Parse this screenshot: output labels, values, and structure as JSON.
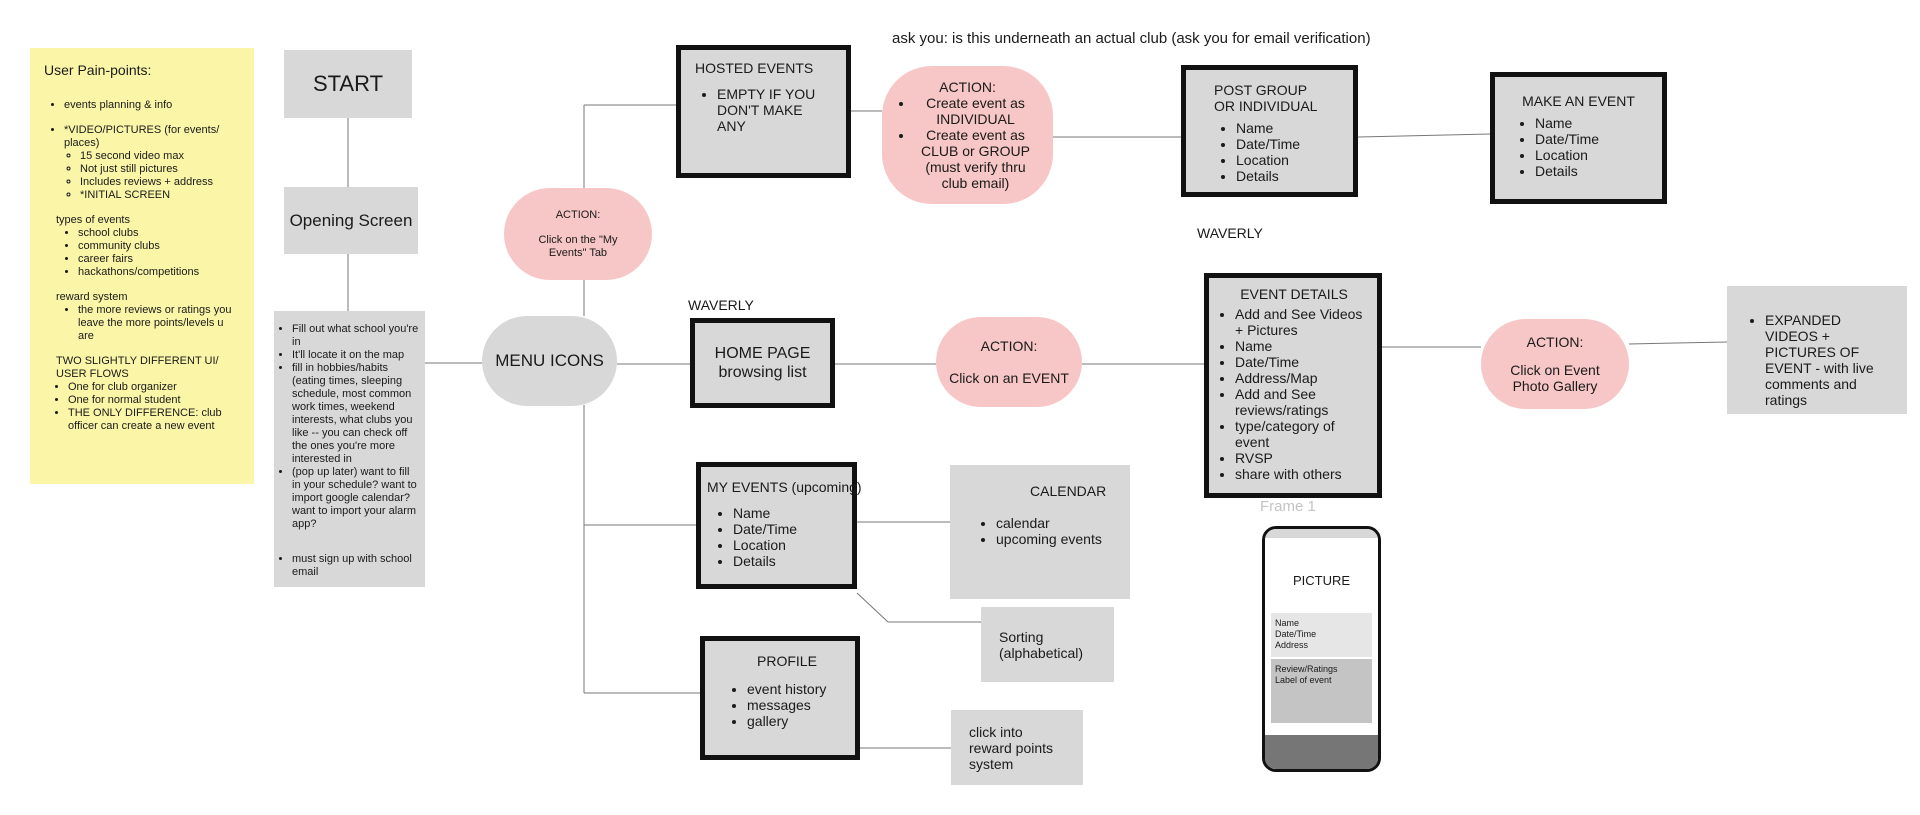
{
  "header_note": "ask you: is this underneath an actual club (ask you for email verification)",
  "pain_points": {
    "title": "User Pain-points:",
    "items": [
      "events planning & info",
      "*VIDEO/PICTURES (for events/ places)"
    ],
    "video_sub": [
      "15 second video max",
      "Not just still pictures",
      "Includes reviews + address",
      "*INITIAL SCREEN"
    ],
    "types_title": "types of events",
    "types": [
      "school clubs",
      "community clubs",
      "career fairs",
      "hackathons/competitions"
    ],
    "reward_title": "reward system",
    "reward": [
      "the more reviews or ratings you leave the more points/levels u are"
    ],
    "flows_title": "TWO SLIGHTLY DIFFERENT UI/ USER FLOWS",
    "flows": [
      "One for club organizer",
      "One for normal student",
      "THE ONLY DIFFERENCE: club officer can create a new event"
    ]
  },
  "start": "START",
  "opening": "Opening Screen",
  "onboarding": {
    "items": [
      "Fill out what school you're in",
      "It'll locate it on the map",
      "fill in hobbies/habits (eating times, sleeping schedule, most common work times, weekend interests, what clubs you like -- you can check off the ones you're more interested in",
      "(pop up later) want to fill in your schedule? want to import google calendar? want to import your alarm app?"
    ],
    "last": "must sign up with school email"
  },
  "menu_icons": "MENU ICONS",
  "action_my_events": {
    "title": "ACTION:",
    "text": "Click on the \"My Events\" Tab"
  },
  "hosted": {
    "title": "HOSTED EVENTS",
    "items": [
      "EMPTY IF YOU DON'T MAKE ANY"
    ]
  },
  "action_create": {
    "title": "ACTION:",
    "items": [
      "Create event as INDIVIDUAL",
      "Create event as CLUB or GROUP (must verify thru club email)"
    ]
  },
  "post_group": {
    "title": "POST GROUP OR INDIVIDUAL",
    "items": [
      "Name",
      "Date/Time",
      "Location",
      "Details"
    ]
  },
  "make_event": {
    "title": "MAKE AN EVENT",
    "items": [
      "Name",
      "Date/Time",
      "Location",
      "Details"
    ]
  },
  "waverly_1": "WAVERLY",
  "waverly_2": "WAVERLY",
  "home_page": {
    "line1": "HOME PAGE",
    "line2": "browsing list"
  },
  "action_click_event": {
    "title": "ACTION:",
    "text": "Click on an EVENT"
  },
  "event_details": {
    "title": "EVENT DETAILS",
    "items": [
      "Add and See Videos + Pictures",
      "Name",
      "Date/Time",
      "Address/Map",
      "Add and See reviews/ratings",
      "type/category of event",
      "RVSP",
      "share with others"
    ]
  },
  "action_gallery": {
    "title": "ACTION:",
    "text": "Click on Event Photo Gallery"
  },
  "expanded": {
    "items": [
      "EXPANDED VIDEOS + PICTURES OF EVENT - with live comments and ratings"
    ]
  },
  "my_events": {
    "title": "MY EVENTS (upcoming)",
    "items": [
      "Name",
      "Date/Time",
      "Location",
      "Details"
    ]
  },
  "calendar": {
    "title": "CALENDAR",
    "items": [
      "calendar",
      "upcoming events"
    ]
  },
  "sorting": "Sorting (alphabetical)",
  "profile": {
    "title": "PROFILE",
    "items": [
      "event history",
      "messages",
      "gallery"
    ]
  },
  "reward_box": "click into reward points system",
  "frame_label": "Frame 1",
  "phone": {
    "picture": "PICTURE",
    "info": [
      "Name",
      "Date/Time",
      "Address"
    ],
    "review": [
      "Review/Ratings",
      "Label of event"
    ]
  }
}
